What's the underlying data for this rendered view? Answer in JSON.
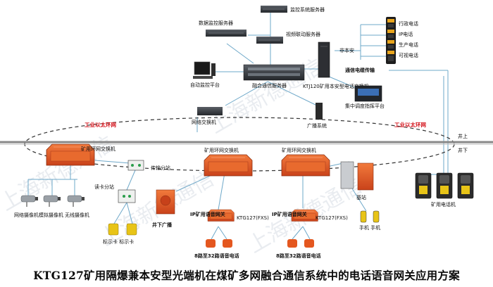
{
  "labels": {
    "monitor_server": "监控系统服务器",
    "data_server": "数据监控服务器",
    "video_server": "视频联动服务器",
    "converge_server": "融合通信服务器",
    "auto_monitor": "自动监控平台",
    "switch_ktj": "KTJ120矿用本安型电话交换机",
    "dispatch": "集中调度指挥平台",
    "non_safe": "非本安",
    "cable": "通信电缆传输",
    "net_switch": "网络交换机",
    "broadcast": "广播系统",
    "ring_net_left": "工业以太环网",
    "ring_net_right": "工业以太环网",
    "above": "井上",
    "below": "井下",
    "ring_switch_1": "矿用环网交换机",
    "ring_switch_2": "矿用环网交换机",
    "ring_switch_3": "矿用环网交换机",
    "ip_gw_1": "IP矿用语音网关",
    "ip_gw_2": "IP矿用语音网关",
    "ktg_1": "KTG127(FXS)",
    "ktg_2": "KTG127(FXS)",
    "phones_1": "8路至32路语音电话",
    "phones_2": "8路至32路语音电话",
    "transmit": "传输分站",
    "reader": "读卡分站",
    "cam_net": "网络摄像机",
    "cam_analog": "模拟摄像机",
    "cam_wireless": "无线摄像机",
    "tag": "标示卡 标示卡",
    "broadcast_down": "井下广播",
    "base": "基站",
    "handset": "手机 手机",
    "mine_phone": "矿用电话机",
    "phone_admin": "行政电话",
    "phone_ip": "IP电话",
    "phone_prod": "生产电话",
    "phone_video": "可视电话"
  },
  "watermark": "上海新德通信",
  "caption": "KTG127矿用隔爆兼本安型光端机在煤矿多网融合通信系统中的电话语音网关应用方案",
  "colors": {
    "ring": "#333333",
    "link": "#6ea8c9",
    "accent": "#d4141c",
    "orange": "#e4571f"
  }
}
